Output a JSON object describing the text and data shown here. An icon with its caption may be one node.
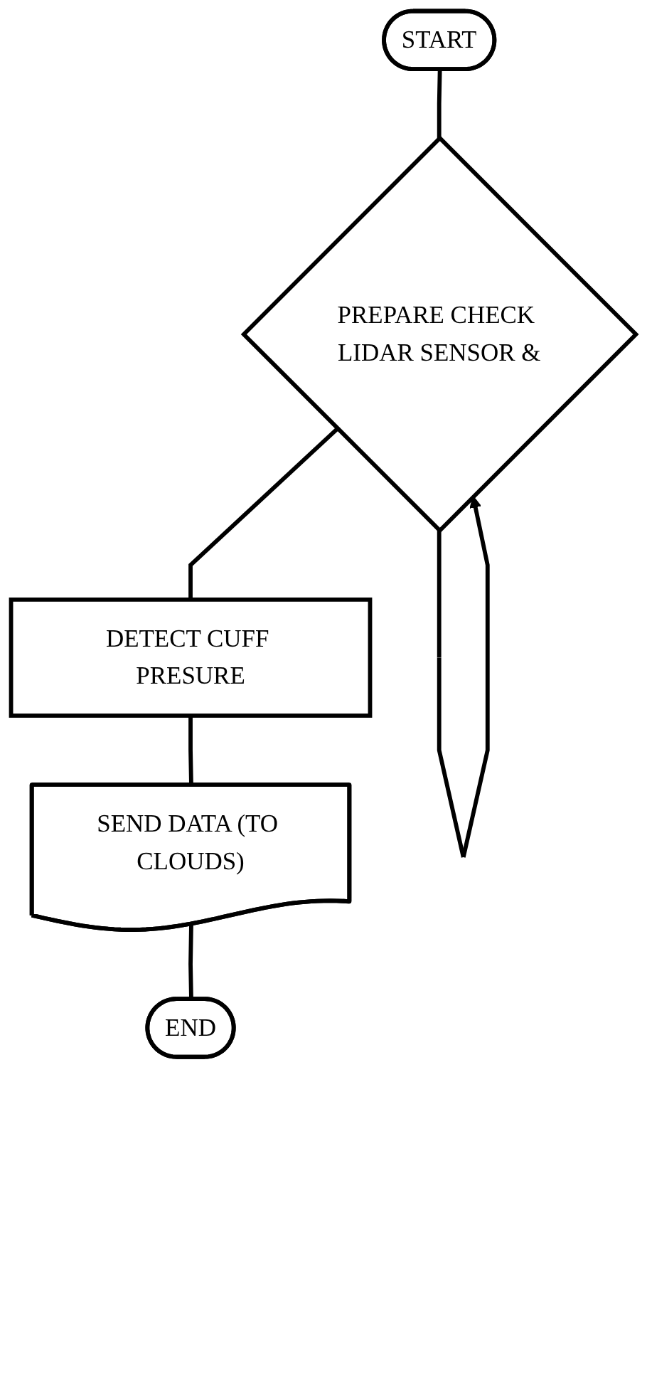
{
  "diagram": {
    "nodes": [
      {
        "text": [
          "START"
        ]
      },
      {
        "text": [
          "PREPARE CHECK LIDAR SENSOR &"
        ]
      },
      {
        "text": [
          "DETECT CUFF PRESURE"
        ]
      },
      {
        "text": [
          "SEND DATA (TO CLOUDS)"
        ]
      },
      {
        "text": [
          "END"
        ]
      }
    ],
    "edges": [
      {
        "from": 0,
        "to": 1,
        "arrow": "none"
      },
      {
        "from": 1,
        "to": 1,
        "arrow": "to"
      },
      {
        "from": 1,
        "to": 2,
        "arrow": "none"
      },
      {
        "from": 2,
        "to": 3,
        "arrow": "none"
      },
      {
        "from": 3,
        "to": 4,
        "arrow": "none"
      }
    ]
  }
}
